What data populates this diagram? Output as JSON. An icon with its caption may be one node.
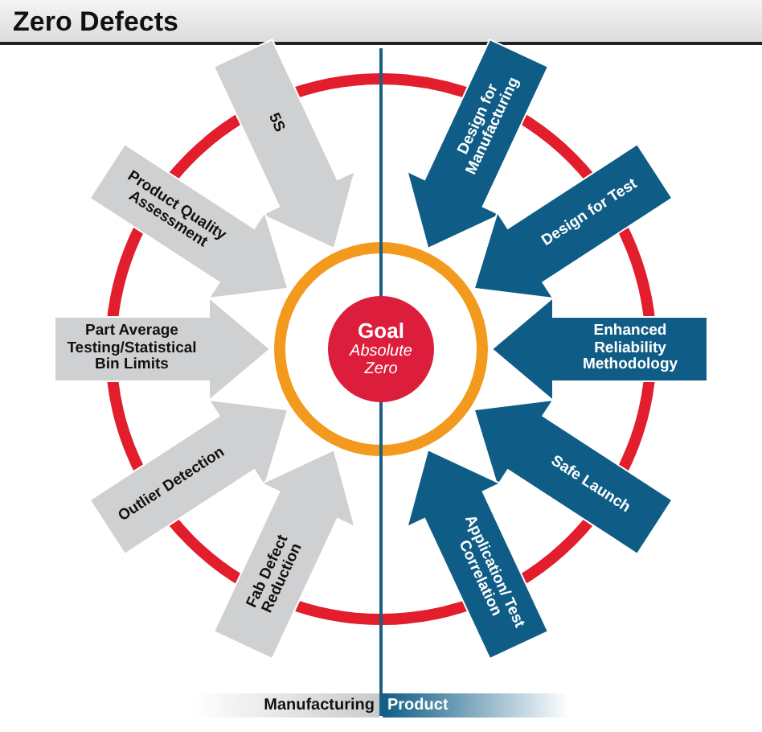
{
  "diagram": {
    "title": "Zero Defects",
    "nodes": [
      {
        "text": [
          "5S"
        ]
      },
      {
        "text": [
          "Product Quality Assessment"
        ]
      },
      {
        "text": [
          "Part Average Testing/Statistical Bin Limits"
        ]
      },
      {
        "text": [
          "Outlier Detection"
        ]
      },
      {
        "text": [
          "Fab Defect Reduction"
        ]
      },
      {
        "text": [
          "Design for Manufacturing"
        ]
      },
      {
        "text": [
          "Design for Test"
        ]
      },
      {
        "text": [
          "Enhanced Reliability Methodology"
        ]
      },
      {
        "text": [
          "Safe Launch"
        ]
      },
      {
        "text": [
          "Application/ Test Correlation"
        ]
      },
      {
        "text": [
          "Goal",
          "Absolute Zero"
        ]
      }
    ],
    "edges": [],
    "labels": [
      "Manufacturing",
      "Product"
    ]
  }
}
